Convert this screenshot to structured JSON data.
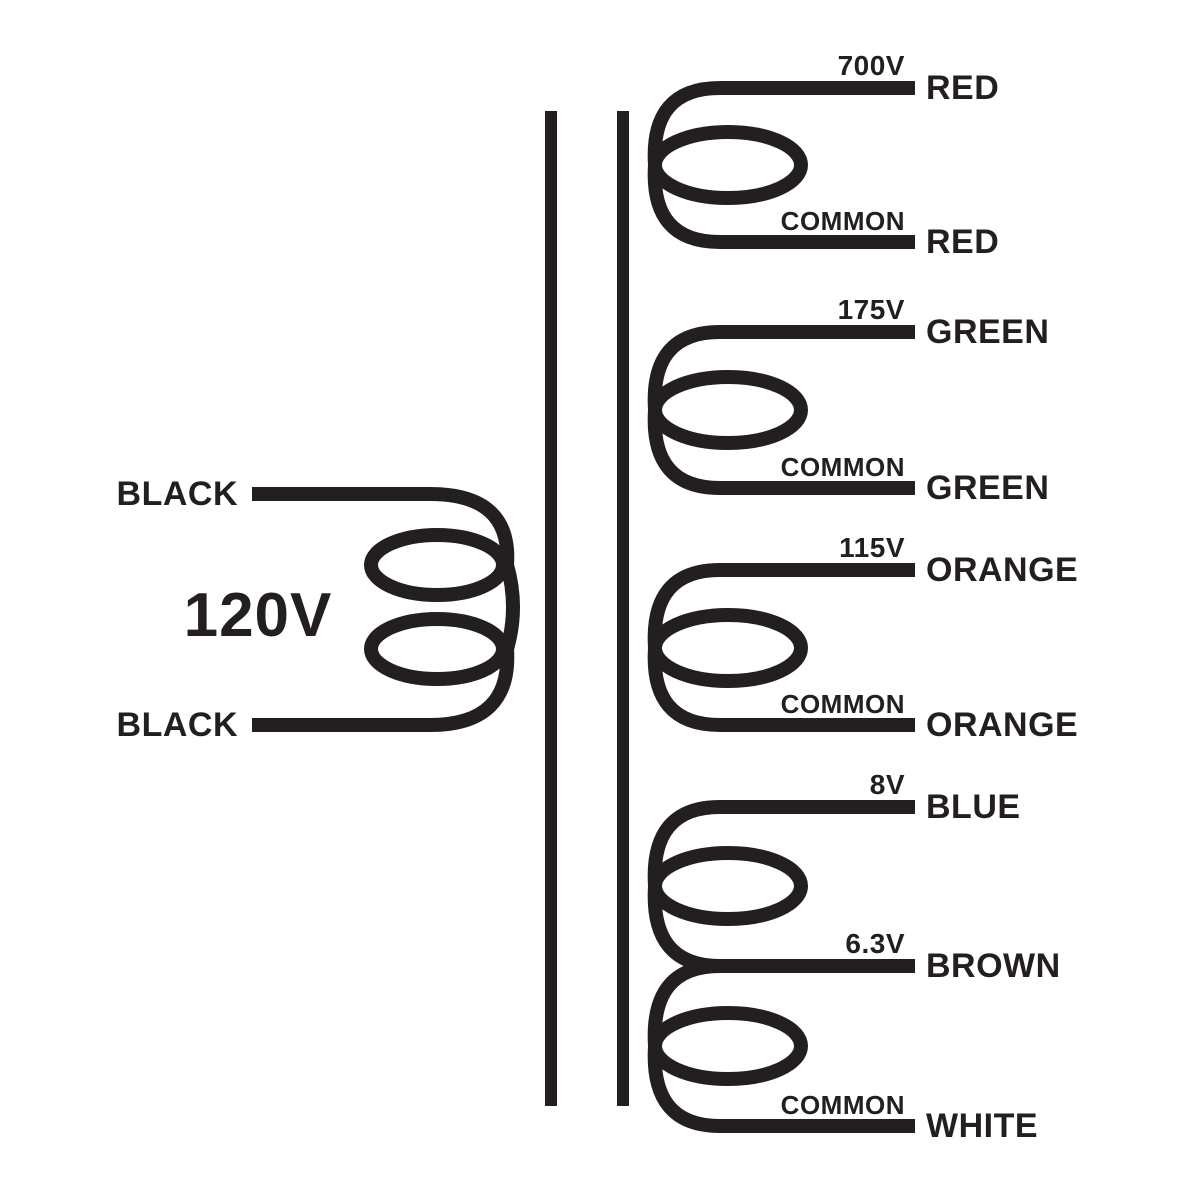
{
  "diagram_type": "transformer-wiring-schematic",
  "colors": {
    "line": "#231f20",
    "background": "#ffffff"
  },
  "primary": {
    "voltage": "120V",
    "taps": [
      {
        "wire": "BLACK"
      },
      {
        "wire": "BLACK"
      }
    ]
  },
  "secondaries": [
    {
      "taps": [
        {
          "voltage": "700V",
          "wire": "RED"
        },
        {
          "voltage": "COMMON",
          "wire": "RED"
        }
      ]
    },
    {
      "taps": [
        {
          "voltage": "175V",
          "wire": "GREEN"
        },
        {
          "voltage": "COMMON",
          "wire": "GREEN"
        }
      ]
    },
    {
      "taps": [
        {
          "voltage": "115V",
          "wire": "ORANGE"
        },
        {
          "voltage": "COMMON",
          "wire": "ORANGE"
        }
      ]
    },
    {
      "taps": [
        {
          "voltage": "8V",
          "wire": "BLUE"
        },
        {
          "voltage": "6.3V",
          "wire": "BROWN"
        },
        {
          "voltage": "COMMON",
          "wire": "WHITE"
        }
      ]
    }
  ]
}
